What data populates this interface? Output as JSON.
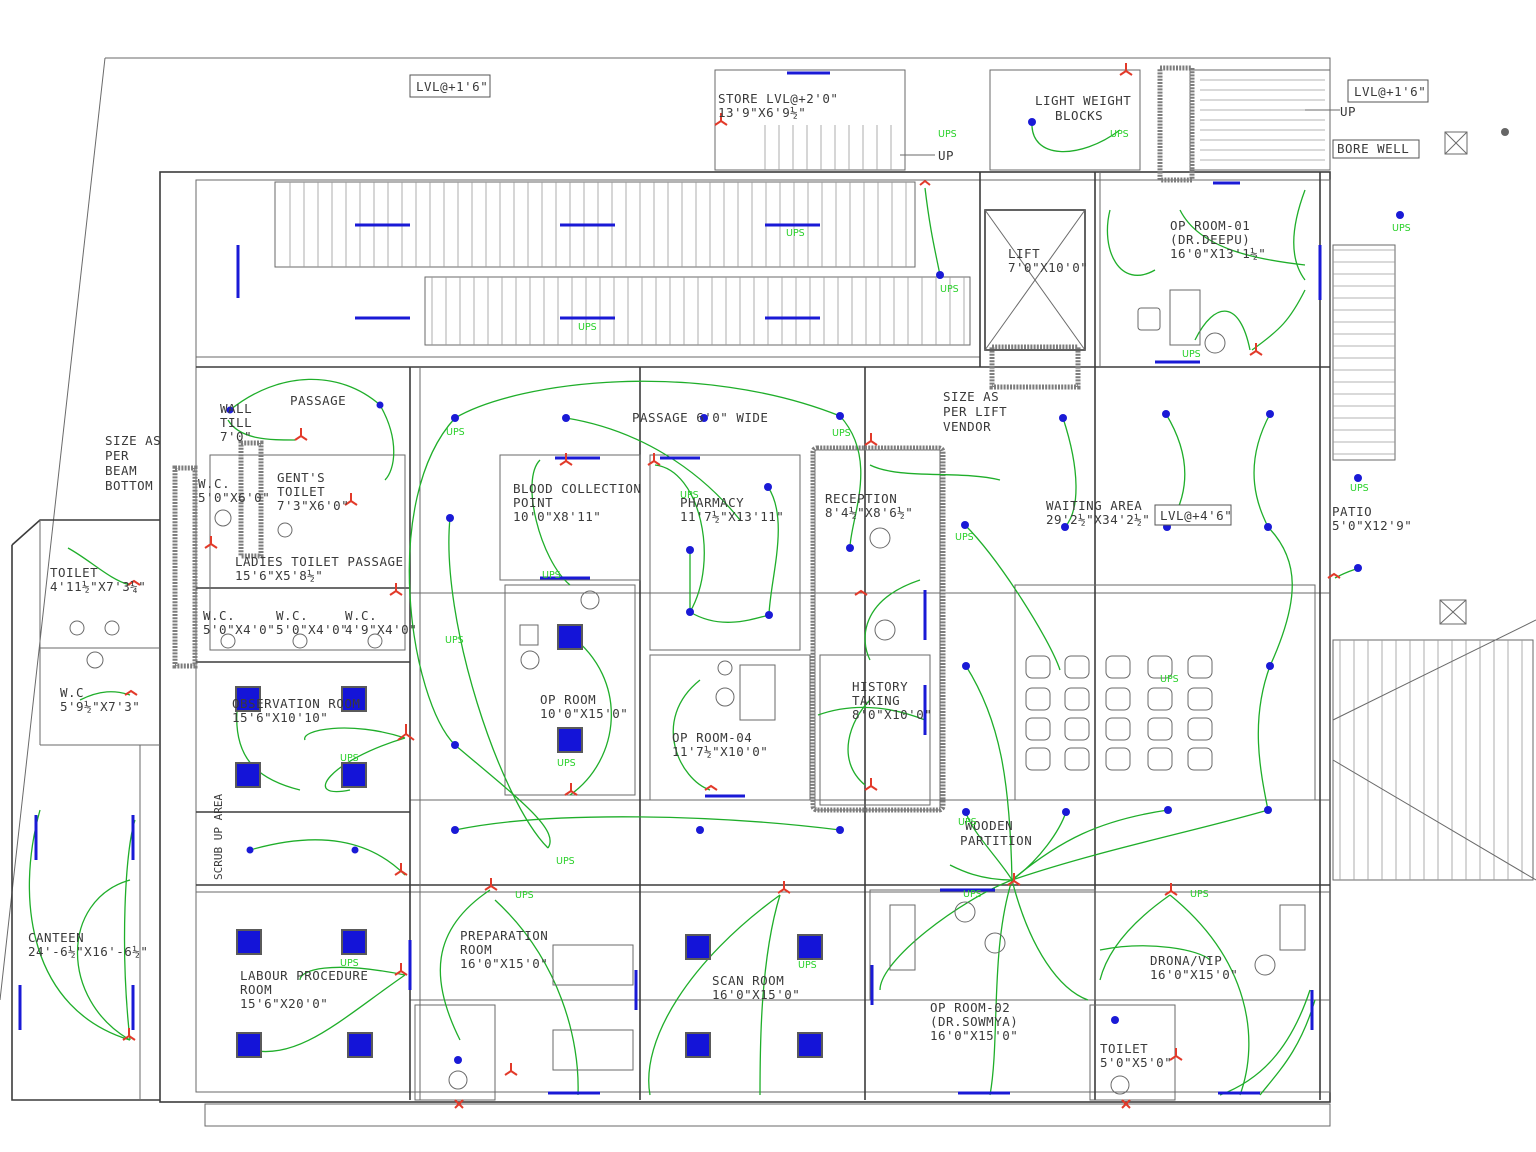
{
  "drawing": {
    "levels": {
      "lvl_a": "LVL@+1'6\"",
      "lvl_b": "LVL@+1'6\"",
      "lvl_c": "LVL@+4'6\""
    },
    "ups_label": "UPS",
    "annotations": {
      "bore_well": "BORE WELL",
      "up_a": "UP",
      "up_b": "UP",
      "size_beam": [
        "SIZE AS",
        "PER",
        "BEAM",
        "BOTTOM"
      ],
      "size_lift": [
        "SIZE AS",
        "PER LIFT",
        "VENDOR"
      ],
      "light_weight": [
        "LIGHT WEIGHT",
        "BLOCKS"
      ],
      "wooden_partition": [
        "WOODEN",
        "PARTITION"
      ],
      "passage_wide": "PASSAGE 6'0\" WIDE",
      "wall_till": [
        "WALL",
        "TILL",
        "7'0\""
      ],
      "scrub_area": "SCRUB UP AREA"
    },
    "rooms": [
      {
        "id": "store",
        "name": "STORE LVL@+2'0\"",
        "size": "13'9\"X6'9½\""
      },
      {
        "id": "lift",
        "name": "LIFT",
        "size": "7'0\"X10'0\""
      },
      {
        "id": "op-room-01",
        "name": "OP ROOM-01",
        "sub": "(DR.DEEPU)",
        "size": "16'0\"X13'1½\""
      },
      {
        "id": "passage",
        "name": "PASSAGE",
        "size": ""
      },
      {
        "id": "gents-toilet",
        "name": "GENT'S",
        "sub": "TOILET",
        "size": "7'3\"X6'0\""
      },
      {
        "id": "wc-1",
        "name": "W.C.",
        "size": "5'0\"X6'0\""
      },
      {
        "id": "ladies-toilet",
        "name": "LADIES TOILET PASSAGE",
        "size": "15'6\"X5'8½\""
      },
      {
        "id": "toilet-left",
        "name": "TOILET",
        "size": "4'11½\"X7'3¼\""
      },
      {
        "id": "wc-2",
        "name": "W.C.",
        "size": "5'0\"X4'0\""
      },
      {
        "id": "wc-3",
        "name": "W.C.",
        "size": "5'0\"X4'0\""
      },
      {
        "id": "wc-4",
        "name": "W.C.",
        "size": "4'9\"X4'0\""
      },
      {
        "id": "wc-5",
        "name": "W.C",
        "size": "5'9½\"X7'3\""
      },
      {
        "id": "blood-collection",
        "name": "BLOOD COLLECTION",
        "sub": "POINT",
        "size": "10'0\"X8'11\""
      },
      {
        "id": "pharmacy",
        "name": "PHARMACY",
        "size": "11'7½\"X13'11\""
      },
      {
        "id": "reception",
        "name": "RECEPTION",
        "size": "8'4½\"X8'6½\""
      },
      {
        "id": "waiting-area",
        "name": "WAITING AREA",
        "size": "29'2½\"X34'2½\""
      },
      {
        "id": "patio",
        "name": "PATIO",
        "size": "5'0\"X12'9\""
      },
      {
        "id": "observation",
        "name": "OBSERVATION ROOM",
        "size": "15'6\"X10'10\""
      },
      {
        "id": "op-room",
        "name": "OP ROOM",
        "size": "10'0\"X15'0\""
      },
      {
        "id": "op-room-04",
        "name": "OP ROOM-04",
        "size": "11'7½\"X10'0\""
      },
      {
        "id": "history-taking",
        "name": "HISTORY",
        "sub": "TAKING",
        "size": "8'0\"X10'0\""
      },
      {
        "id": "canteen",
        "name": "CANTEEN",
        "size": "24'-6½\"X16'-6½\""
      },
      {
        "id": "labour",
        "name": "LABOUR PROCEDURE",
        "sub": "ROOM",
        "size": "15'6\"X20'0\""
      },
      {
        "id": "preparation",
        "name": "PREPARATION",
        "sub": "ROOM",
        "size": "16'0\"X15'0\""
      },
      {
        "id": "scan",
        "name": "SCAN ROOM",
        "size": "16'0\"X15'0\""
      },
      {
        "id": "op-room-02",
        "name": "OP ROOM-02",
        "sub": "(DR.SOWMYA)",
        "size": "16'0\"X15'0\""
      },
      {
        "id": "drona",
        "name": "DRONA/VIP",
        "size": "16'0\"X15'0\""
      },
      {
        "id": "toilet-right",
        "name": "TOILET",
        "size": "5'0\"X5'0\""
      }
    ]
  }
}
